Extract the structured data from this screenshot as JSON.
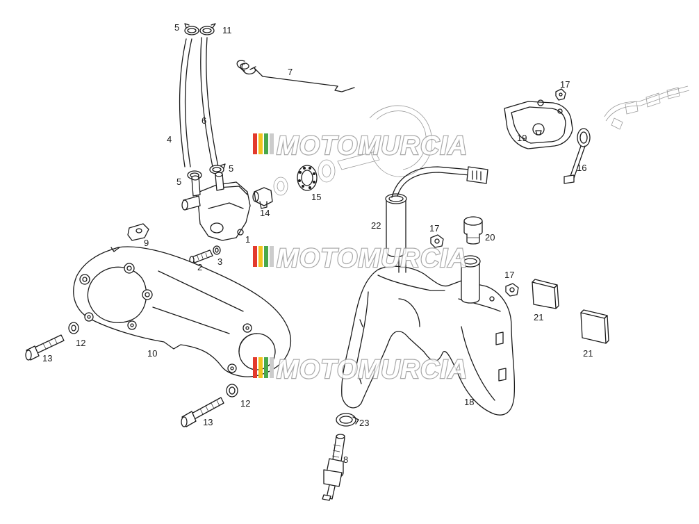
{
  "watermark": {
    "text": "MOTOMURCIA",
    "stripe_colors": [
      "#e33a2c",
      "#f2c31f",
      "#49a84a",
      "#cccccc"
    ]
  },
  "callouts": [
    {
      "id": "c5a",
      "label": "5"
    },
    {
      "id": "c11",
      "label": "11"
    },
    {
      "id": "c7",
      "label": "7"
    },
    {
      "id": "c4",
      "label": "4"
    },
    {
      "id": "c6",
      "label": "6"
    },
    {
      "id": "c5b",
      "label": "5"
    },
    {
      "id": "c5c",
      "label": "5"
    },
    {
      "id": "c15",
      "label": "15"
    },
    {
      "id": "c14",
      "label": "14"
    },
    {
      "id": "c1",
      "label": "1"
    },
    {
      "id": "c9",
      "label": "9"
    },
    {
      "id": "c2",
      "label": "2"
    },
    {
      "id": "c3",
      "label": "3"
    },
    {
      "id": "c22",
      "label": "22"
    },
    {
      "id": "c17a",
      "label": "17"
    },
    {
      "id": "c20",
      "label": "20"
    },
    {
      "id": "c17b",
      "label": "17"
    },
    {
      "id": "c17c",
      "label": "17"
    },
    {
      "id": "c19",
      "label": "19"
    },
    {
      "id": "c16",
      "label": "16"
    },
    {
      "id": "c21a",
      "label": "21"
    },
    {
      "id": "c21b",
      "label": "21"
    },
    {
      "id": "c12a",
      "label": "12"
    },
    {
      "id": "c13a",
      "label": "13"
    },
    {
      "id": "c10",
      "label": "10"
    },
    {
      "id": "c12b",
      "label": "12"
    },
    {
      "id": "c13b",
      "label": "13"
    },
    {
      "id": "c18",
      "label": "18"
    },
    {
      "id": "c23",
      "label": "23"
    },
    {
      "id": "c8",
      "label": "8"
    }
  ]
}
